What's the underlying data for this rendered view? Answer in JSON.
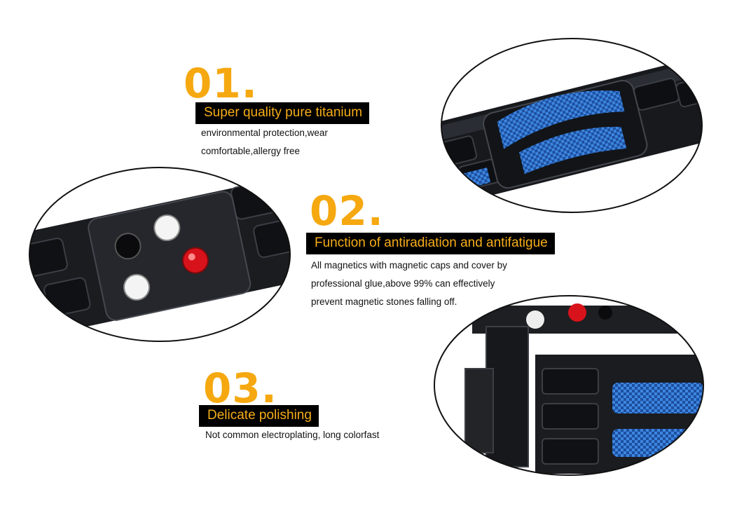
{
  "features": [
    {
      "number": "01.",
      "title": "Super quality pure titanium",
      "lines": [
        "environmental protection,wear",
        "comfortable,allergy free"
      ]
    },
    {
      "number": "02.",
      "title": "Function of antiradiation and antifatigue",
      "lines": [
        "All magnetics with magnetic caps and cover by",
        "professional glue,above 99% can effectively",
        "prevent magnetic stones falling off."
      ]
    },
    {
      "number": "03.",
      "title": "Delicate polishing",
      "lines": [
        "Not common electroplating, long colorfast"
      ]
    }
  ],
  "colors": {
    "accent": "#f5a80f",
    "banner_bg": "#000000",
    "metal": "#1b1d22",
    "carbon_blue": "#2f6fd0",
    "magnet_red": "#d8121a"
  }
}
